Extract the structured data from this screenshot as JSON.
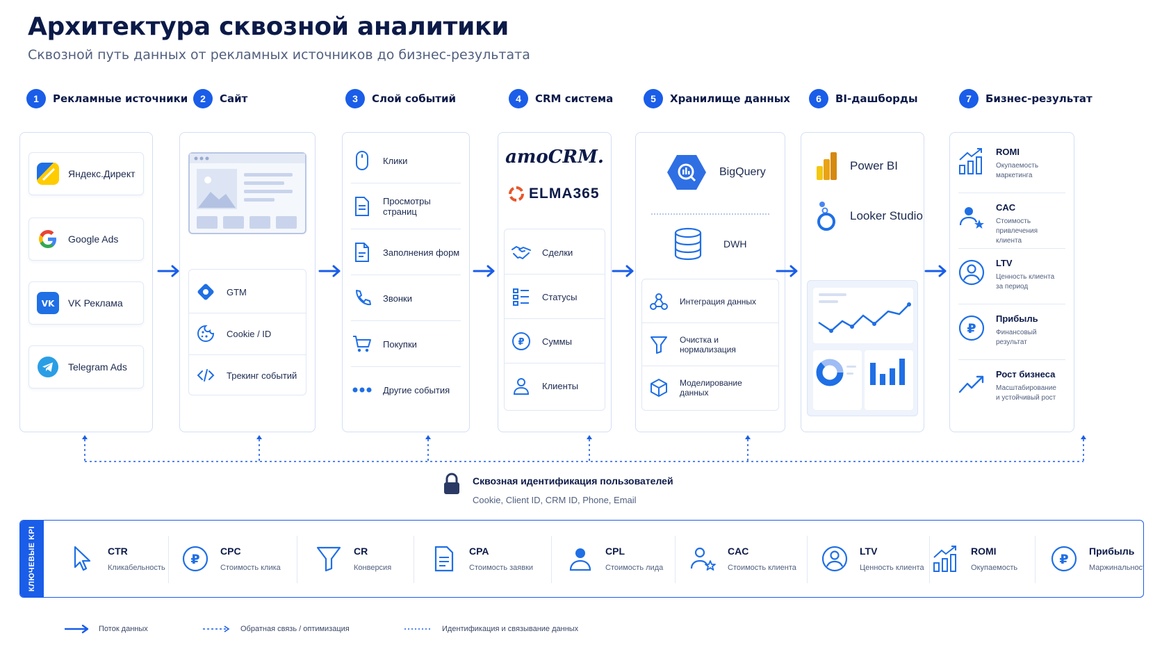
{
  "header": {
    "title": "Архитектура сквозной аналитики",
    "subtitle": "Сквозной путь данных от рекламных источников до бизнес-результата"
  },
  "stages": [
    {
      "num": "1",
      "label": "Рекламные источники"
    },
    {
      "num": "2",
      "label": "Сайт"
    },
    {
      "num": "3",
      "label": "Слой событий"
    },
    {
      "num": "4",
      "label": "CRM система"
    },
    {
      "num": "5",
      "label": "Хранилище данных"
    },
    {
      "num": "6",
      "label": "BI-дашборды"
    },
    {
      "num": "7",
      "label": "Бизнес-результат"
    }
  ],
  "sources": [
    "Яндекс.Директ",
    "Google Ads",
    "VK Реклама",
    "Telegram Ads"
  ],
  "site": {
    "items": [
      "GTM",
      "Cookie / ID",
      "Трекинг событий"
    ]
  },
  "events": [
    "Клики",
    "Просмотры страниц",
    "Заполнения форм",
    "Звонки",
    "Покупки",
    "Другие события"
  ],
  "crm": {
    "logo1": "amoCRM.",
    "logo2": "ELMA365",
    "items": [
      "Сделки",
      "Статусы",
      "Суммы",
      "Клиенты"
    ]
  },
  "storage": {
    "top": [
      "BigQuery",
      "DWH"
    ],
    "items": [
      "Интеграция данных",
      "Очистка и нормализация",
      "Моделирование данных"
    ]
  },
  "bi": {
    "items": [
      "Power BI",
      "Looker Studio"
    ]
  },
  "results": [
    {
      "name": "ROMI",
      "desc1": "Окупаемость",
      "desc2": "маркетинга"
    },
    {
      "name": "CAC",
      "desc1": "Стоимость привлечения",
      "desc2": "клиента"
    },
    {
      "name": "LTV",
      "desc1": "Ценность клиента",
      "desc2": "за период"
    },
    {
      "name": "Прибыль",
      "desc1": "Финансовый",
      "desc2": "результат"
    },
    {
      "name": "Рост бизнеса",
      "desc1": "Масштабирование",
      "desc2": "и устойчивый рост"
    }
  ],
  "identity": {
    "title": "Сквозная идентификация пользователей",
    "subtitle": "Cookie, Client ID, CRM ID, Phone, Email"
  },
  "kpi": {
    "side_label": "КЛЮЧЕВЫЕ KPI",
    "items": [
      {
        "name": "CTR",
        "desc": "Кликабельность",
        "icon": "cursor-icon"
      },
      {
        "name": "CPC",
        "desc": "Стоимость клика",
        "icon": "ruble-icon"
      },
      {
        "name": "CR",
        "desc": "Конверсия",
        "icon": "funnel-icon"
      },
      {
        "name": "CPA",
        "desc": "Стоимость заявки",
        "icon": "document-icon"
      },
      {
        "name": "CPL",
        "desc": "Стоимость лида",
        "icon": "user-icon"
      },
      {
        "name": "CAC",
        "desc": "Стоимость клиента",
        "icon": "user-star-icon"
      },
      {
        "name": "LTV",
        "desc": "Ценность клиента",
        "icon": "user-circle-icon"
      },
      {
        "name": "ROMI",
        "desc": "Окупаемость",
        "icon": "growth-chart-icon"
      },
      {
        "name": "Прибыль",
        "desc": "Маржинальность",
        "icon": "ruble-icon"
      }
    ]
  },
  "legend": {
    "flow": "Поток данных",
    "feedback": "Обратная связь / оптимизация",
    "identification": "Идентификация и связывание данных"
  },
  "colors": {
    "accent": "#1a5de8",
    "text": "#0c1a48",
    "muted": "#52607f",
    "border": "#d3def4"
  }
}
